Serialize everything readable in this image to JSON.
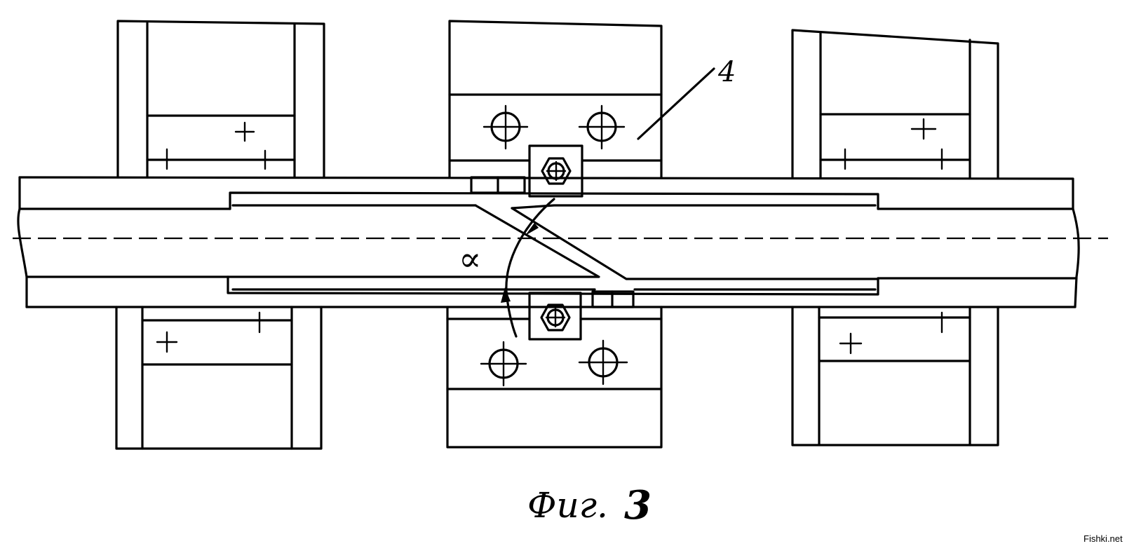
{
  "drawing": {
    "callout_label": "4",
    "angle_label": "∝",
    "caption_text": "Фиг.",
    "caption_number": "3"
  },
  "watermark": "Fishki.net"
}
